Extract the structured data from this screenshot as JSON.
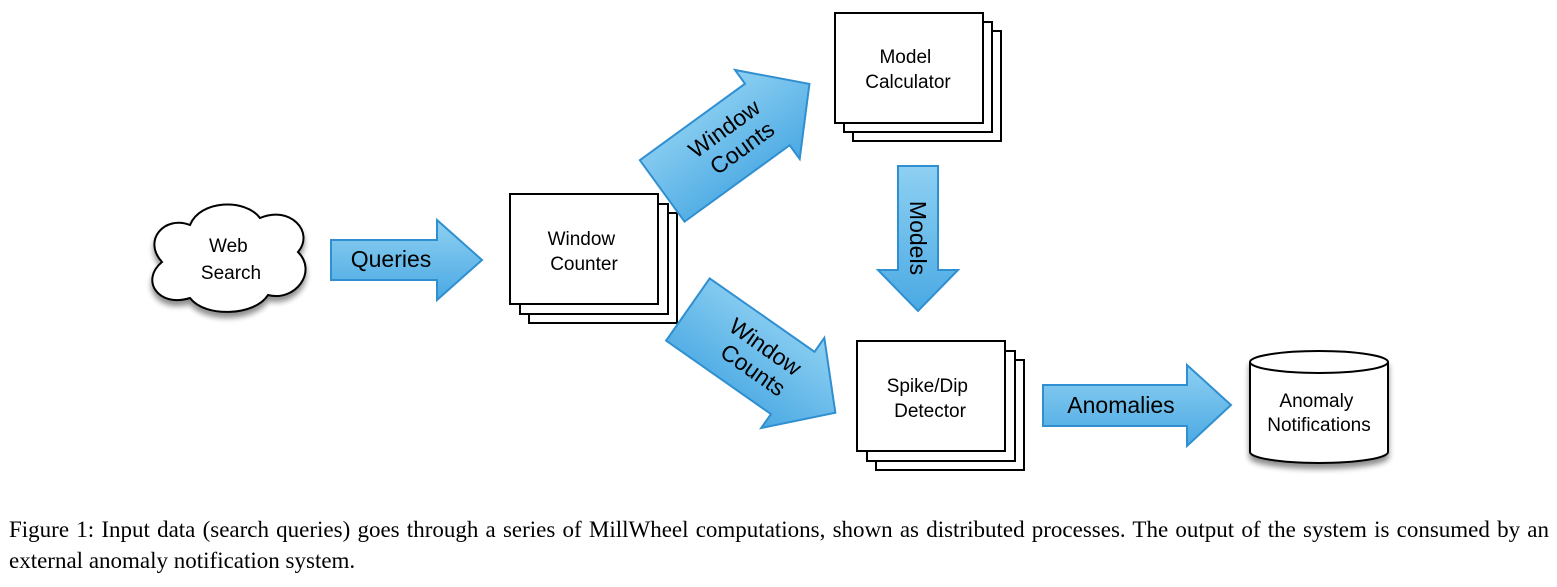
{
  "nodes": {
    "web_search": [
      "Web",
      "Search"
    ],
    "window_counter": [
      "Window",
      "Counter"
    ],
    "model_calculator": [
      "Model",
      "Calculator"
    ],
    "spike_dip_detector": [
      "Spike/Dip",
      "Detector"
    ],
    "anomaly_notifications": [
      "Anomaly",
      "Notifications"
    ]
  },
  "arrows": {
    "queries": "Queries",
    "window_counts_up": [
      "Window",
      "Counts"
    ],
    "window_counts_down": [
      "Window",
      "Counts"
    ],
    "models": "Models",
    "anomalies": "Anomalies"
  },
  "colors": {
    "arrow_fill_top": "#8ed0f2",
    "arrow_fill_bottom": "#4aa9e3",
    "arrow_stroke": "#2f8fd0"
  },
  "caption": "Figure 1: Input data (search queries) goes through a series of MillWheel computations, shown as distributed processes. The output of the system is consumed by an external anomaly notification system."
}
